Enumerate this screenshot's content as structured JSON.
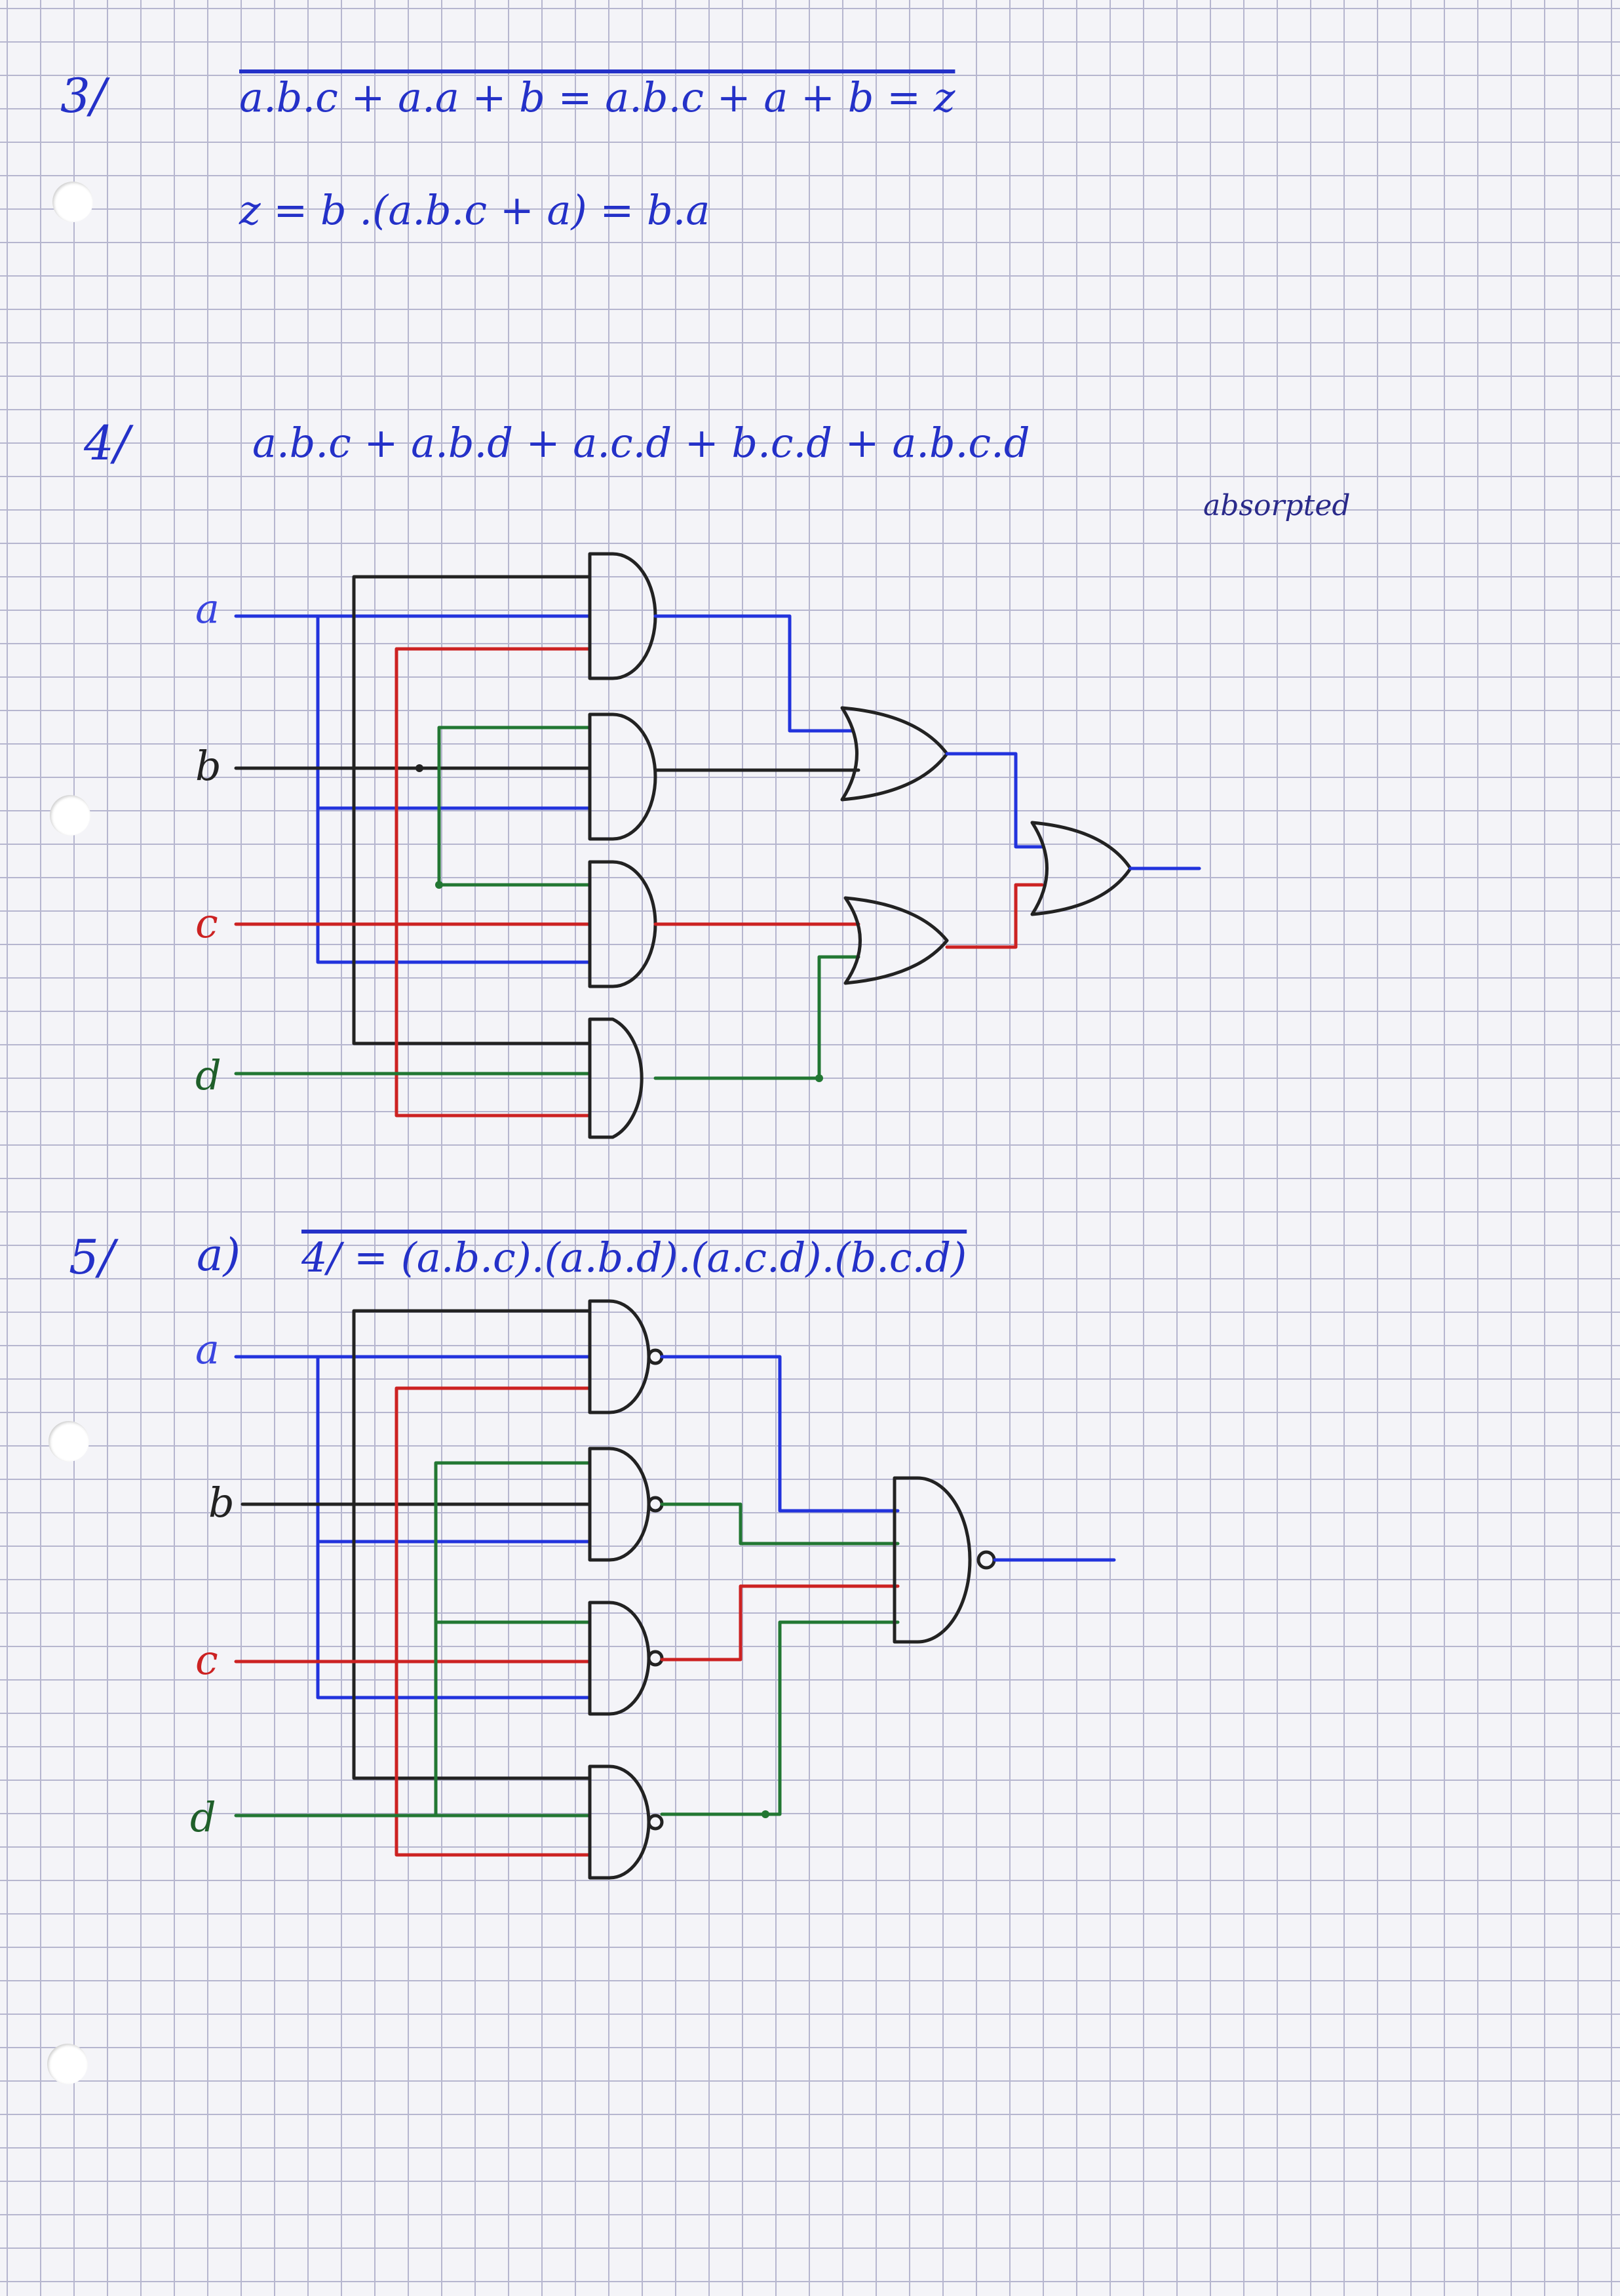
{
  "sections": {
    "s3": {
      "number": "3/",
      "line1_expr": "a.b.c + a.a + b = a.b.c + a + b = z",
      "line2_expr": "z = b .(a.b.c + a) = b.a"
    },
    "s4": {
      "number": "4/",
      "expression": "a.b.c + a.b.d + a.c.d + b.c.d + a.b.c.d",
      "annotation": "absorpted",
      "inputs": [
        "a",
        "b",
        "c",
        "d"
      ]
    },
    "s5": {
      "number": "5/",
      "part_label": "a)",
      "expression": "4/ = (a.b.c).(a.b.d).(a.c.d).(b.c.d)",
      "inputs": [
        "a",
        "b",
        "c",
        "d"
      ]
    }
  },
  "colors": {
    "ink": "#2431c8",
    "a": "#2233dd",
    "b": "#222222",
    "c": "#cc2222",
    "d": "#227733",
    "grid": "#b6b6cf",
    "paper": "#f4f4f8"
  }
}
